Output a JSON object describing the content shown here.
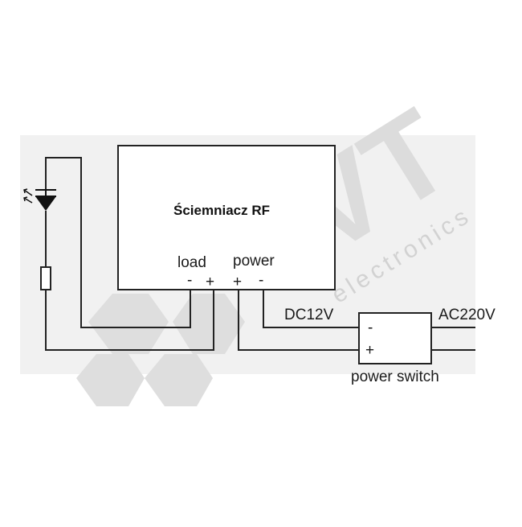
{
  "module": {
    "title": "Ściemniacz RF",
    "load_label": "load",
    "power_label": "power",
    "load_minus": "-",
    "load_plus": "+",
    "power_plus": "+",
    "power_minus": "-"
  },
  "supply": {
    "dc_label": "DC12V",
    "ac_label": "AC220V",
    "switch_label": "power switch",
    "switch_minus": "-",
    "switch_plus": "+"
  },
  "watermark": {
    "logo_text": "LVT",
    "sub_text": "electronics",
    "color": "#dcdcdc"
  },
  "colors": {
    "line": "#222222",
    "panel_bg": "#f1f1f1"
  }
}
